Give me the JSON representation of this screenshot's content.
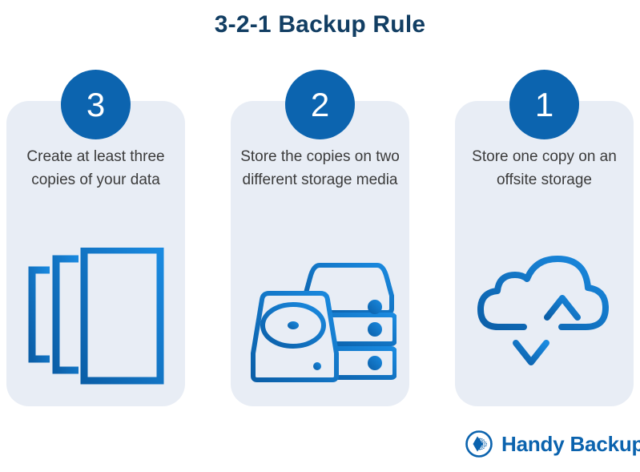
{
  "title": "3-2-1 Backup Rule",
  "colors": {
    "title": "#123E63",
    "badge": "#0C64AF",
    "card_bg": "#E8EDF5",
    "caption_text": "#3B3B3B",
    "icon_blue_light": "#1A8AE0",
    "icon_blue_dark": "#0B63AE",
    "page_bg": "#FFFFFF"
  },
  "cards": [
    {
      "number": "3",
      "caption": "Create at least three copies of your data",
      "icon": "documents-stack-icon"
    },
    {
      "number": "2",
      "caption": "Store the copies on two different storage media",
      "icon": "disk-and-server-stack-icon"
    },
    {
      "number": "1",
      "caption": "Store one copy on an offsite storage",
      "icon": "cloud-upload-download-icon"
    }
  ],
  "logo": {
    "mark": "handy-backup-logo-mark",
    "text": "Handy Backup"
  }
}
